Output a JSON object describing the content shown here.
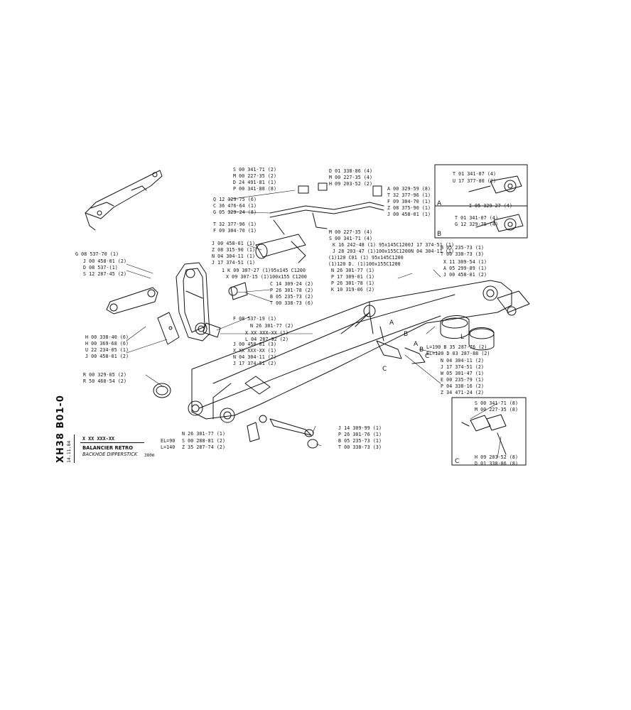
{
  "sheet": {
    "code_vertical": "XH38 B01-0",
    "date_vertical": "14.11.84",
    "code_box": "X XX XXX-XX",
    "title_fr": "BALANCIER RETRO",
    "title_en": "BACKHOE DIPPERSTICK",
    "qty": "380m"
  },
  "inset_a": {
    "letter": "A",
    "labels": [
      "T 01 341-07 (4)",
      "U 17 377-80 (2)",
      "I 05 329-27 (4)"
    ]
  },
  "inset_b": {
    "letter": "B",
    "labels": [
      "T 01 341-07 (4)",
      "G 12 329-75 (4)"
    ]
  },
  "inset_c": {
    "letter": "C",
    "labels": [
      "S 00 341-71 (8)",
      "M 00 227-35 (8)",
      "H 09 203-52 (8)",
      "D 01 338-86 (8)"
    ]
  },
  "callouts": [
    "A",
    "B",
    "C",
    "A",
    "B",
    "C",
    "L"
  ],
  "labels_left": [
    "G 08 537-70 (1)",
    "J 00 458-01 (2)",
    "D 08 537-(1)",
    "S 12 287-45 (2)",
    "H 00 338-40 (6)",
    "H 00 369-68 (6)",
    "U 22 234-05 (1)",
    "J 00 458-01 (2)",
    "R 00 329-05 (2)",
    "R 50 460-54 (2)"
  ],
  "labels_top": [
    "S 00 341-71 (2)",
    "M 00 227-35 (2)",
    "D 24 491-81 (1)",
    "P 00 341-88 (8)",
    "Q 12 329-75 (6)",
    "C 36 476-64 (1)",
    "G 05 329-24 (8)",
    "T 32 377-96 (1)",
    "F 09 304-70 (1)",
    "J 00 458-01 (1)",
    "Z 08 315-90 (1)",
    "N 04 304-11 (1)",
    "J 17 374-51 (1)",
    "D 01 338-86 (4)",
    "M 00 227-35 (4)",
    "H 09 203-52 (2)",
    "A 00 329-59 (8)",
    "T 32 377-96 (1)",
    "F 09 304-70 (1)",
    "Z 08 375-90 (1)",
    "J 00 458-01 (1)",
    "M 00 227-35 (4)",
    "S 00 341-71 (4)"
  ],
  "labels_center": [
    "K 16 242-48 (1) 95x145C1200",
    "J 28 203-47 (1)100x155C1200",
    "(1)120 C01 (1) 95x145C1200",
    "(1)120 D. (1)100x155C1200",
    "1 K 09 307-27 (1)95x145 C1200",
    "X 09 307-15 (1)100x155 C1200",
    "C 14 309-24 (2)",
    "P 26 301-78 (2)",
    "B 05 235-73 (2)",
    "T 00 338-73 (6)",
    "F 08 537-19 (1)",
    "N 26 301-77 (2)",
    "X XX XXX-XX (1)",
    "L 04 287-92 (2)",
    "N 26 301-77 (1)",
    "P 17 309-01 (1)",
    "P 26 301-78 (1)",
    "K 10 319-06 (2)",
    "J 17 374-51 (1)",
    "N 04 304-11 (1)",
    "J 00 458-01 (3)",
    "X XX XXX-XX (1)",
    "N 04 304-11 (2)",
    "J 17 374-51 (2)"
  ],
  "labels_bottom": [
    "N 26 301-77 (1)",
    "EL=90",
    "S 00 288-81 (2)",
    "L=140",
    "Z 35 287-74 (2)",
    "J 14 309-99 (1)",
    "P 26 301-76 (1)",
    "B 05 235-73 (1)",
    "T 00 338-73 (3)"
  ],
  "labels_right": [
    "B 05 235-73 (1)",
    "T 00 338-73 (3)",
    "X 11 309-54 (1)",
    "A 05 299-89 (1)",
    "J 00 458-01 (2)",
    "L=190 B 35 287-76 (2)",
    "EL=120 D 03 287-88 (2)",
    "N 04 304-11 (2)",
    "J 17 374-51 (2)",
    "W 05 301-47 (1)",
    "E 00 235-79 (1)",
    "P 04 338-16 (2)",
    "Z 34 471-24 (2)"
  ]
}
